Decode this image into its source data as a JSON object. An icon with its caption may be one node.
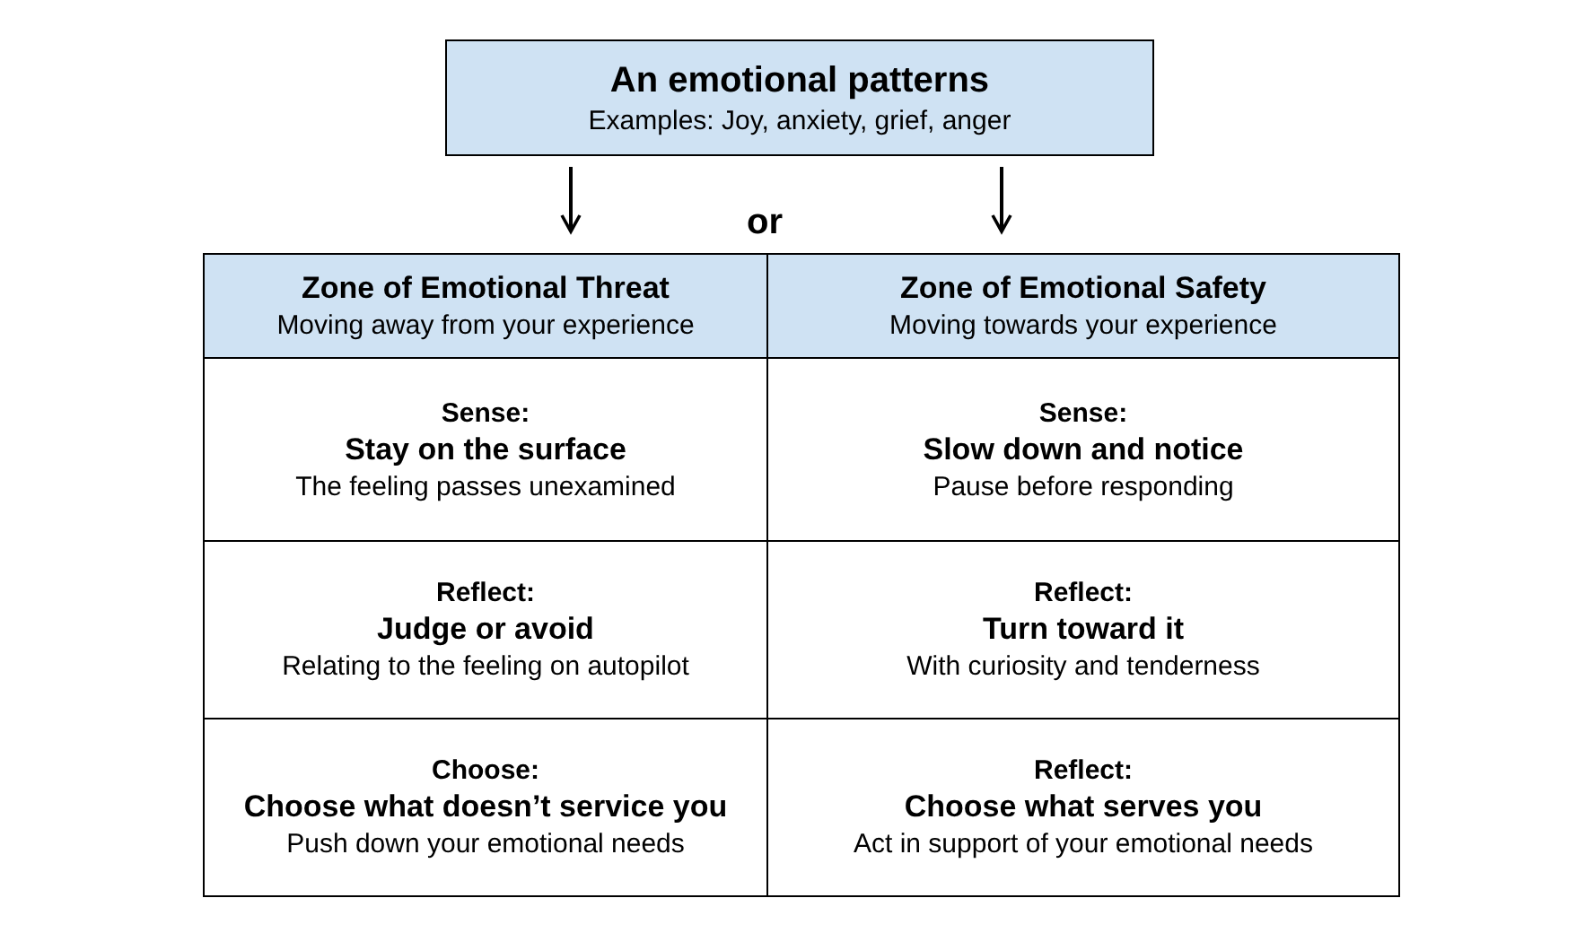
{
  "diagram": {
    "nodes": [
      {
        "text": [
          "An emotional patterns",
          "Examples: Joy, anxiety, grief, anger"
        ]
      },
      {
        "text": [
          "Zone of Emotional Threat",
          "Moving away from your experience"
        ]
      },
      {
        "text": [
          "Zone of Emotional Safety",
          "Moving towards your experience"
        ]
      },
      {
        "text": [
          "Sense:",
          "Stay on the surface",
          "The feeling passes unexamined"
        ]
      },
      {
        "text": [
          "Sense:",
          "Slow down and notice",
          "Pause before responding"
        ]
      },
      {
        "text": [
          "Reflect:",
          "Judge or avoid",
          "Relating to the feeling on autopilot"
        ]
      },
      {
        "text": [
          "Reflect:",
          "Turn toward it",
          "With curiosity and tenderness"
        ]
      },
      {
        "text": [
          "Choose:",
          "Choose what doesn’t service you",
          "Push down your emotional needs"
        ]
      },
      {
        "text": [
          "Reflect:",
          "Choose what serves you",
          "Act in support of your emotional needs"
        ]
      }
    ],
    "edges": [
      {
        "from": 0,
        "to": 1,
        "arrow": "to"
      },
      {
        "from": 0,
        "to": 2,
        "arrow": "to"
      }
    ],
    "labels": [
      "or"
    ]
  }
}
